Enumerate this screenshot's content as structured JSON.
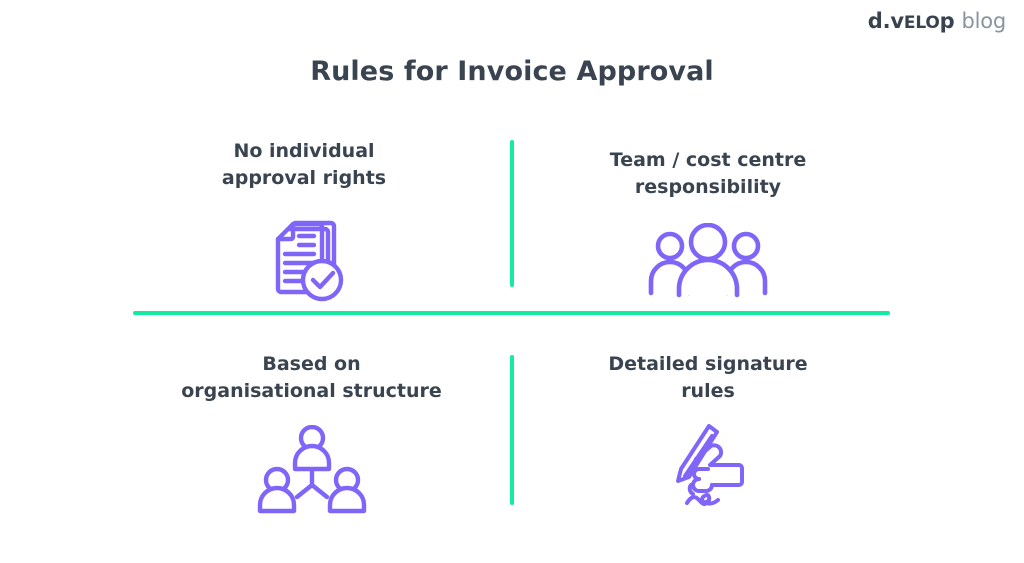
{
  "brand": {
    "mark_prefix": "d.v",
    "mark_smallcaps": "ELO",
    "mark_suffix": "p",
    "word": "blog",
    "text_color": "#39434f",
    "word_color": "#8a949e"
  },
  "title": "Rules for Invoice Approval",
  "theme": {
    "background": "#ffffff",
    "text_color": "#3a4450",
    "accent_green": "#12eba0",
    "icon_purple": "#7f66f9"
  },
  "quadrants": [
    {
      "id": "no-individual-approval-rights",
      "label": "No individual\napproval rights",
      "icon_name": "document-stack-check-icon"
    },
    {
      "id": "team-cost-centre-responsibility",
      "label": "Team / cost centre\nresponsibility",
      "icon_name": "people-group-icon"
    },
    {
      "id": "based-on-organisational-structure",
      "label": "Based on\norganisational structure",
      "icon_name": "org-chart-people-icon"
    },
    {
      "id": "detailed-signature-rules",
      "label": "Detailed signature\nrules",
      "icon_name": "hand-signing-pen-icon"
    }
  ]
}
